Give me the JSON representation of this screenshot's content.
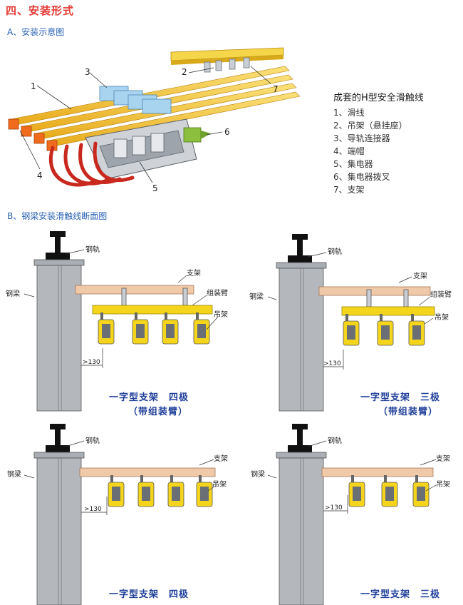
{
  "section_title": "四、安装形式",
  "part_a": {
    "title": "A、安装示意图",
    "callouts": [
      "1",
      "2",
      "3",
      "4",
      "5",
      "6",
      "7"
    ],
    "legend_title": "成套的H型安全滑触线",
    "legend": [
      "1、滑线",
      "2、吊架（悬挂座）",
      "3、导轨连接器",
      "4、端帽",
      "5、集电器",
      "6、集电器拨叉",
      "7、支架"
    ]
  },
  "part_b": {
    "title": "B、钢梁安装滑触线断面图",
    "diagrams": [
      {
        "labels": {
          "rail": "钢轨",
          "beam": "钢梁",
          "bracket": "支架",
          "arm": "组装臂",
          "hanger": "吊架",
          "dim": ">130"
        },
        "caption": "一字型支架　四极",
        "caption2": "（带组装臂）"
      },
      {
        "labels": {
          "rail": "钢轨",
          "beam": "钢梁",
          "bracket": "支架",
          "arm": "组装臂",
          "hanger": "吊架",
          "dim": ">130"
        },
        "caption": "一字型支架　三极",
        "caption2": "（带组装臂）"
      },
      {
        "labels": {
          "rail": "钢轨",
          "beam": "钢梁",
          "bracket": "支架",
          "hanger": "吊架",
          "dim": ">130"
        },
        "caption": "一字型支架　四极"
      },
      {
        "labels": {
          "rail": "钢轨",
          "beam": "钢梁",
          "bracket": "支架",
          "hanger": "吊架",
          "dim": ">130"
        },
        "caption": "一字型支架　三极"
      }
    ]
  },
  "colors": {
    "heading": "#e53935",
    "subheading": "#2b63b5",
    "caption": "#1f3f9a",
    "busbar": "#f2c12e",
    "endcap": "#f06b1d",
    "connector": "#a9d4f0",
    "cable": "#c8281e",
    "beam": "#b4b8bd",
    "bracket": "#efc9a8",
    "arm": "#f4d51c"
  }
}
